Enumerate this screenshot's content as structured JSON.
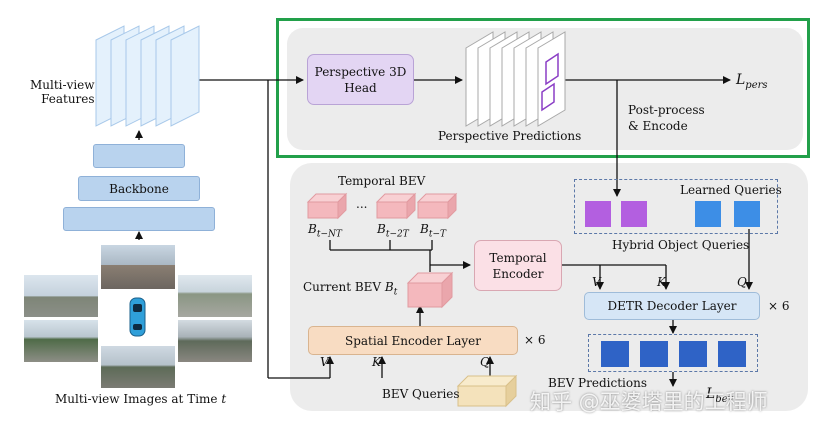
{
  "left": {
    "features_label_line1": "Multi-view",
    "features_label_line2": "Features",
    "backbone_label": "Backbone",
    "images_caption": "Multi-view Images at Time",
    "images_caption_var": "t"
  },
  "perspective": {
    "head_line1": "Perspective 3D",
    "head_line2": "Head",
    "predictions_label": "Perspective Predictions",
    "loss_label": "L",
    "loss_sub": "pers",
    "postprocess_line1": "Post-process",
    "postprocess_line2": "& Encode"
  },
  "bev": {
    "temporal_bev_label": "Temporal BEV",
    "ellipsis": "...",
    "b_nt": "B",
    "b_nt_sub": "t−NT",
    "b_2t": "B",
    "b_2t_sub": "t−2T",
    "b_t": "B",
    "b_t_sub": "t−T",
    "current_bev_label": "Current BEV",
    "current_bev_var": "B",
    "current_bev_sub": "t",
    "temporal_encoder_line1": "Temporal",
    "temporal_encoder_line2": "Encoder",
    "spatial_encoder_label": "Spatial Encoder Layer",
    "spatial_times": "× 6",
    "v_label": "V",
    "k_label": "K",
    "q_label": "Q",
    "bev_queries_label": "BEV Queries"
  },
  "decoder": {
    "learned_queries_label": "Learned Queries",
    "hybrid_queries_label": "Hybrid Object Queries",
    "detr_label": "DETR Decoder Layer",
    "detr_times": "× 6",
    "v_label": "V",
    "k_label": "K",
    "q_label": "Q",
    "bev_predictions_label": "BEV Predictions",
    "loss_label": "L",
    "loss_sub": "bev"
  },
  "watermark": "知乎 @巫婆塔里的工程师",
  "colors": {
    "green_border": "#22a04a",
    "panel_gray": "#ececec",
    "head_purple": "#e3d5f3",
    "backbone_blue": "#b9d3ee",
    "bev_pink": "#f4b8bd",
    "temporal_pink": "#fbe0e6",
    "spatial_orange": "#f8dcc2",
    "bev_query_tan": "#f4e2bb",
    "detr_blue": "#d6e6f6",
    "query_purple": "#b35fe0",
    "query_blue": "#3d8ee6",
    "pred_blue": "#2f63c6"
  }
}
